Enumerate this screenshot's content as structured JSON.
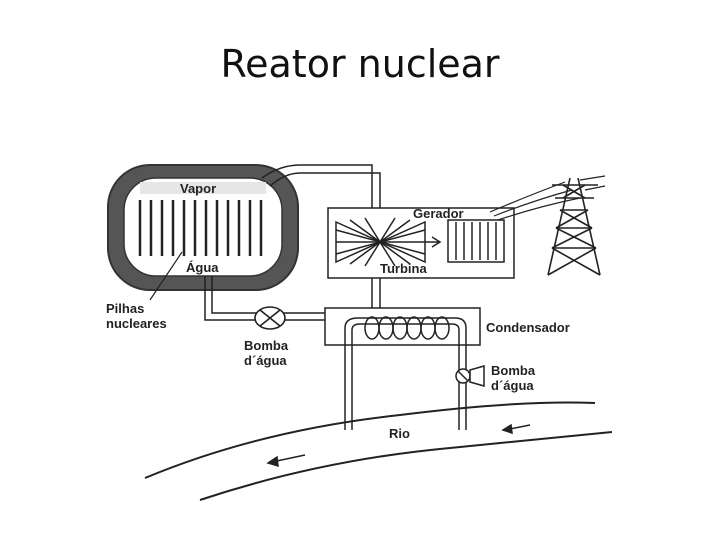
{
  "slide": {
    "title": "Reator nuclear"
  },
  "diagram": {
    "labels": {
      "vapor": "Vapor",
      "agua": "Água",
      "pilhas_line1": "Pilhas",
      "pilhas_line2": "nucleares",
      "gerador": "Gerador",
      "turbina": "Turbina",
      "condensador": "Condensador",
      "bomba1_line1": "Bomba",
      "bomba1_line2": "d´água",
      "bomba2_line1": "Bomba",
      "bomba2_line2": "d´água",
      "rio": "Rio"
    },
    "icons": [
      "pump-icon",
      "valve-icon",
      "power-tower-icon",
      "flow-arrow-icon"
    ],
    "colors": {
      "line": "#222222",
      "reactor_shell": "#555555",
      "background": "#ffffff"
    }
  }
}
